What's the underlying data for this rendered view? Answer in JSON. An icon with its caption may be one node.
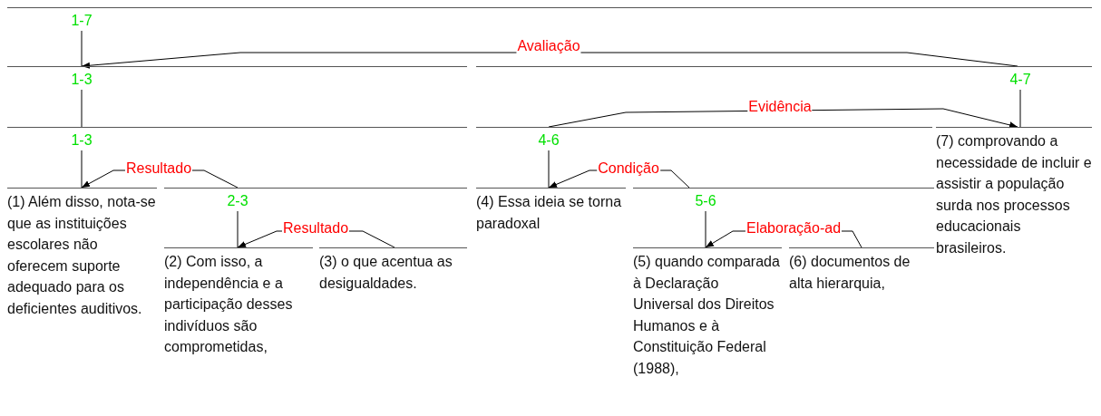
{
  "diagram": {
    "nodes": [
      {
        "text": [
          "1-7"
        ]
      },
      {
        "text": [
          "1-3"
        ]
      },
      {
        "text": [
          "4-7"
        ]
      },
      {
        "text": [
          "1-3"
        ]
      },
      {
        "text": [
          "4-6"
        ]
      },
      {
        "text": [
          "(7) comprovando a necessidade de incluir e assistir a população surda nos processos educacionais brasileiros."
        ]
      },
      {
        "text": [
          "(1) Além disso, nota-se que as instituições escolares não oferecem suporte adequado para os deficientes auditivos."
        ]
      },
      {
        "text": [
          "2-3"
        ]
      },
      {
        "text": [
          "(4) Essa ideia se torna paradoxal"
        ]
      },
      {
        "text": [
          "5-6"
        ]
      },
      {
        "text": [
          "(2) Com isso, a independência e a participação desses indivíduos são comprometidas,"
        ]
      },
      {
        "text": [
          "(3) o que acentua as desigualdades."
        ]
      },
      {
        "text": [
          "(5) quando comparada à Declaração Universal dos Direitos Humanos e à Constituição Federal (1988),"
        ]
      },
      {
        "text": [
          "(6) documentos de alta hierarquia,"
        ]
      }
    ],
    "edges": [
      {
        "from": 0,
        "to": 1,
        "arrow": "none"
      },
      {
        "from": 2,
        "to": 1,
        "arrow": "to",
        "label": "Avaliação"
      },
      {
        "from": 1,
        "to": 3,
        "arrow": "none"
      },
      {
        "from": 2,
        "to": 5,
        "arrow": "none"
      },
      {
        "from": 4,
        "to": 5,
        "arrow": "to",
        "label": "Evidência"
      },
      {
        "from": 3,
        "to": 6,
        "arrow": "none"
      },
      {
        "from": 7,
        "to": 6,
        "arrow": "to",
        "label": "Resultado"
      },
      {
        "from": 4,
        "to": 8,
        "arrow": "none"
      },
      {
        "from": 9,
        "to": 8,
        "arrow": "to",
        "label": "Condição"
      },
      {
        "from": 7,
        "to": 10,
        "arrow": "none"
      },
      {
        "from": 11,
        "to": 10,
        "arrow": "to",
        "label": "Resultado"
      },
      {
        "from": 9,
        "to": 12,
        "arrow": "none"
      },
      {
        "from": 13,
        "to": 12,
        "arrow": "to",
        "label": "Elaboração-ad"
      }
    ]
  }
}
